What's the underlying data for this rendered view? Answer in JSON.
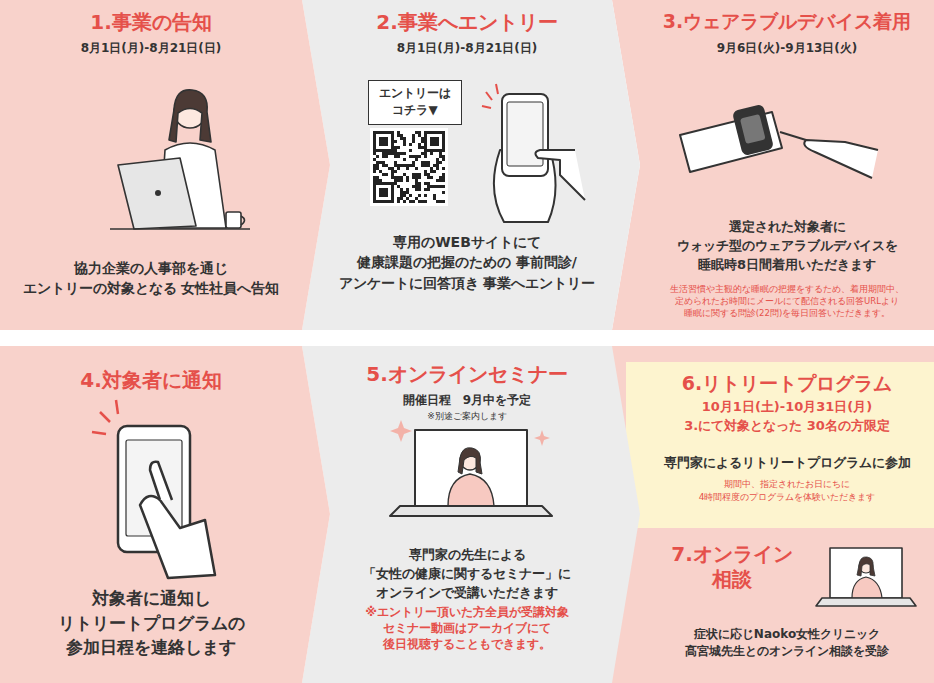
{
  "diagram": {
    "nodes": [
      {
        "text": [
          "1.事業の告知",
          "8月1日(月)-8月21日(日)",
          "協力企業の人事部を通じ エントリーの対象となる 女性社員へ告知"
        ]
      },
      {
        "text": [
          "2.事業へエントリー",
          "8月1日(月)-8月21日(日)",
          "専用のWEBサイトにて 健康課題の把握のための 事前問診/アンケートに回答頂き 事業へエントリー"
        ]
      },
      {
        "text": [
          "エントリーは コチラ▼"
        ],
        "in": 1
      },
      {
        "text": [
          "3.ウェアラブルデバイス着用",
          "9月6日(火)-9月13日(火)",
          "選定された対象者に ウォッチ型のウェアラブルデバイスを 睡眠時8日間着用いただきます",
          "生活習慣や主観的な睡眠の把握をするため、着用期間中、 定められたお時間にメールにて配信される回答URLより 睡眠に関する問診(22問)を毎日回答いただきます。"
        ]
      },
      {
        "text": [
          "4.対象者に通知",
          "対象者に通知し リトリートプログラムの 参加日程を連絡します"
        ]
      },
      {
        "text": [
          "5.オンラインセミナー",
          "開催日程　9月中を予定",
          "※別途ご案内します",
          "専門家の先生による 「女性の健康に関するセミナー」に オンラインで受講いただきます",
          "※エントリー頂いた方全員が受講対象 セミナー動画はアーカイブにて 後日視聴することもできます。"
        ]
      },
      {
        "text": [
          "6.リトリートプログラム",
          "10月1日(土)-10月31日(月)",
          "3.にて対象となった 30名の方限定",
          "専門家によるリトリートプログラムに参加",
          "期間中、指定されたお日にちに 4時間程度のプログラムを体験いただきます"
        ]
      },
      {
        "text": [
          "7.オンライン 相談",
          "症状に応じNaoko女性クリニック 髙宮城先生とのオンライン相談を受診"
        ]
      }
    ]
  }
}
